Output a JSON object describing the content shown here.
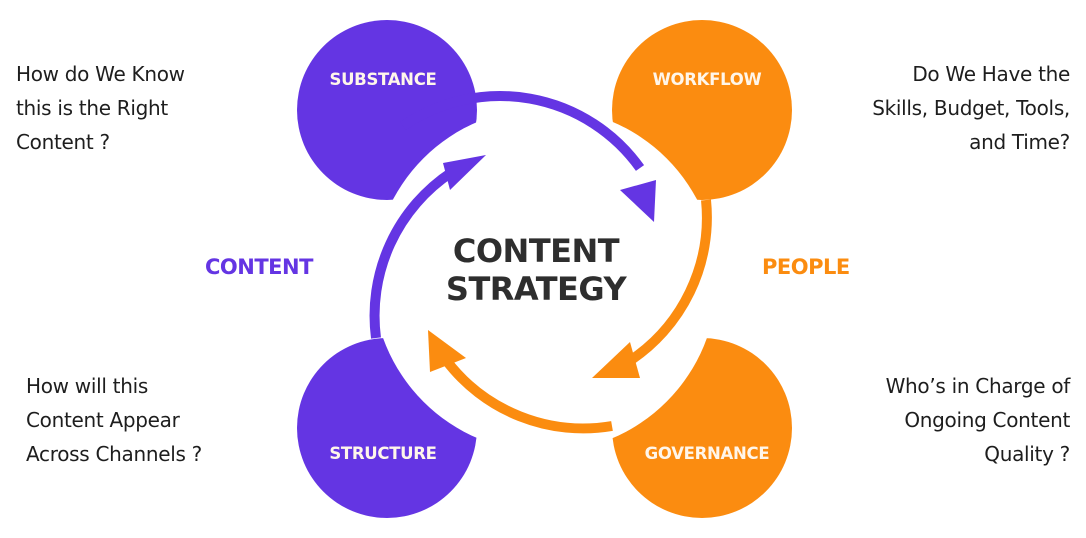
{
  "title": [
    "CONTENT",
    "STRATEGY"
  ],
  "colors": {
    "content": "#6435e3",
    "people": "#fb8c10",
    "text": "#1e1e1e",
    "title": "#2e2e2e"
  },
  "groups": {
    "content": "CONTENT",
    "people": "PEOPLE"
  },
  "quadrants": {
    "substance": {
      "label": "SUBSTANCE",
      "question": [
        "How do We Know",
        "this is the Right",
        "Content ?"
      ]
    },
    "workflow": {
      "label": "WORKFLOW",
      "question": [
        "Do We Have the",
        "Skills, Budget, Tools,",
        "and Time?"
      ]
    },
    "structure": {
      "label": "STRUCTURE",
      "question": [
        "How will this",
        "Content Appear",
        "Across Channels ?"
      ]
    },
    "governance": {
      "label": "GOVERNANCE",
      "question": [
        "Who’s in Charge of",
        "Ongoing Content",
        "Quality ?"
      ]
    }
  },
  "flow": [
    "substance",
    "workflow",
    "governance",
    "structure"
  ]
}
